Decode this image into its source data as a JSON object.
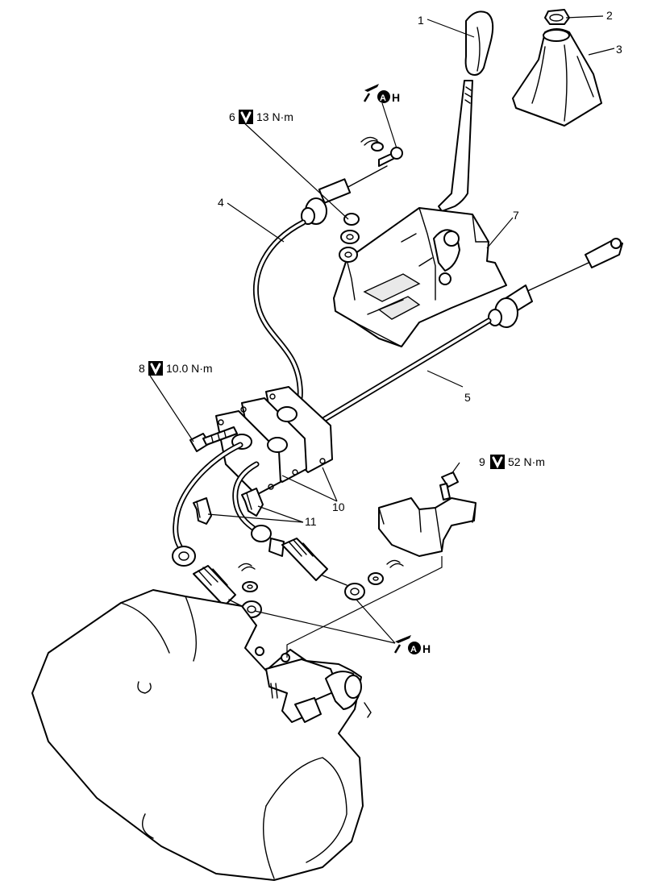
{
  "labels": {
    "l1": "1",
    "l2": "2",
    "l3": "3",
    "l4": "4",
    "l5": "5",
    "l6": "6",
    "l7": "7",
    "l8": "8",
    "l9": "9",
    "l10": "10",
    "l11": "11"
  },
  "torques": {
    "t6": "13 N·m",
    "t8": "10.0 N·m",
    "t9": "52 N·m"
  },
  "grease_symbol": {
    "letter": "A",
    "suffix": "H"
  },
  "colors": {
    "line": "#000000",
    "background": "#ffffff",
    "shade": "#e9e9e9"
  }
}
